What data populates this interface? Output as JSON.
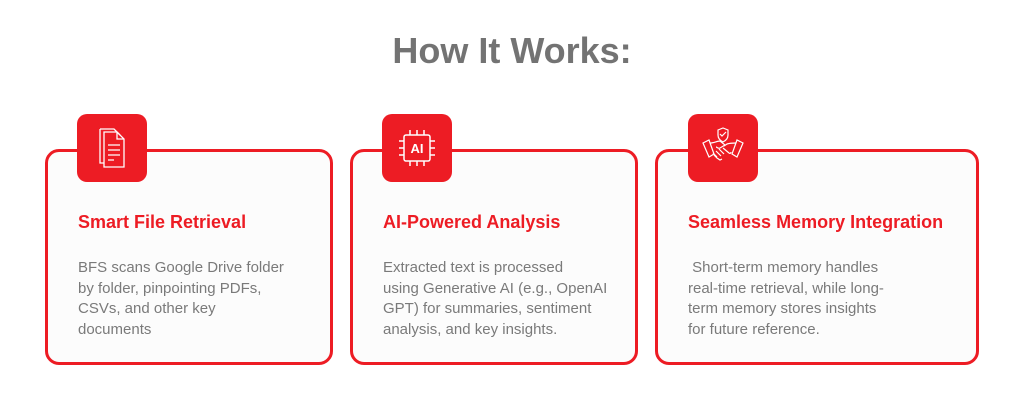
{
  "heading": "How It Works:",
  "cards": [
    {
      "icon": "document-icon",
      "title": "Smart File Retrieval",
      "lines": [
        "BFS scans Google Drive folder",
        "by folder, pinpointing PDFs,",
        "CSVs, and other key",
        "documents"
      ]
    },
    {
      "icon": "ai-chip-icon",
      "icon_text": "AI",
      "title": "AI-Powered Analysis",
      "lines": [
        "Extracted text is processed",
        "using Generative AI (e.g., OpenAI",
        "GPT) for summaries, sentiment",
        "analysis, and key insights."
      ]
    },
    {
      "icon": "handshake-shield-icon",
      "title": "Seamless Memory Integration",
      "lines": [
        " Short-term memory handles",
        "real-time retrieval, while long-",
        "term memory stores insights",
        "for future reference."
      ]
    }
  ],
  "colors": {
    "accent": "#ED1C24",
    "text": "#7a7a7a",
    "heading": "#737373"
  }
}
